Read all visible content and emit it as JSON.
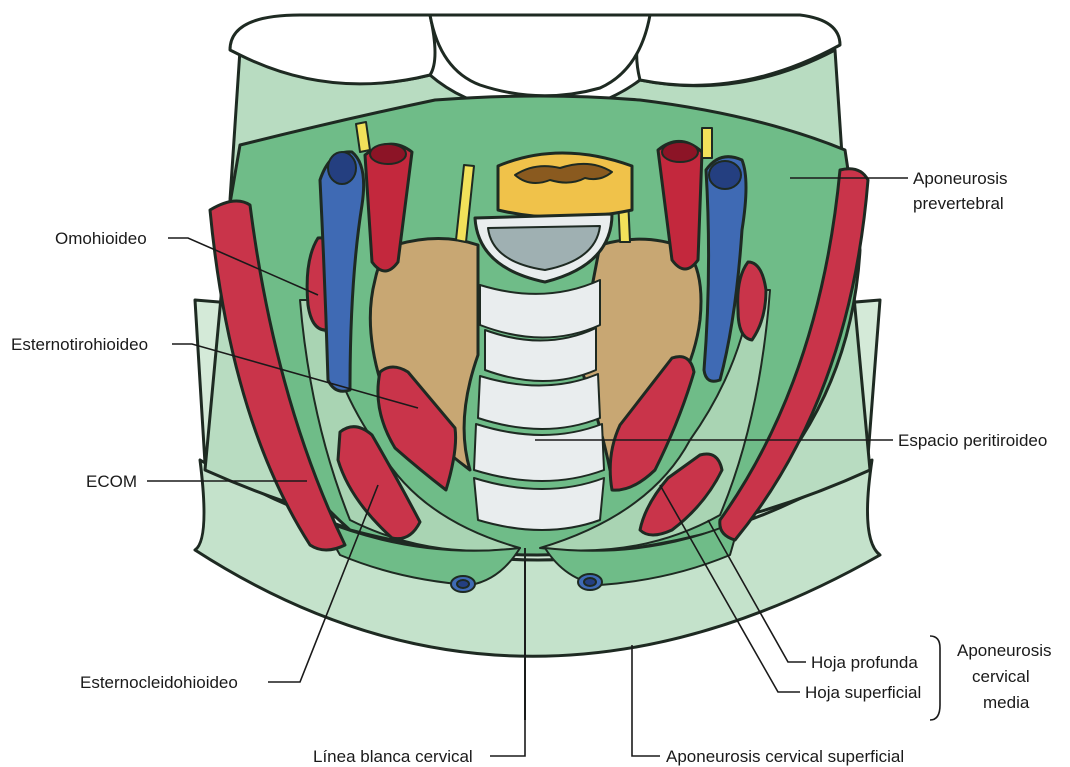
{
  "colors": {
    "fascia_light": "#d4ead8",
    "fascia_mid": "#a9d4b3",
    "muscle_compartment": "#6fbc88",
    "muscle": "#c9344a",
    "vein": "#3f6ab4",
    "artery": "#c3283d",
    "nerve": "#f2e15a",
    "thyroid": "#c8a773",
    "trachea": "#e9edee",
    "vertebra": "#f0c24a"
  },
  "labels": {
    "omohioideo": "Omohioideo",
    "esternotirohioideo": "Esternotirohioideo",
    "ecom": "ECOM",
    "esternocleidohioideo": "Esternocleidohioideo",
    "linea_blanca": "Línea blanca cervical",
    "aponeurosis_prevertebral_1": "Aponeurosis",
    "aponeurosis_prevertebral_2": "prevertebral",
    "espacio_peritiroideo": "Espacio peritiroideo",
    "hoja_profunda": "Hoja profunda",
    "hoja_superficial": "Hoja superficial",
    "aponeurosis_media_1": "Aponeurosis",
    "aponeurosis_media_2": "cervical",
    "aponeurosis_media_3": "media",
    "aponeurosis_superficial": "Aponeurosis cervical superficial"
  }
}
